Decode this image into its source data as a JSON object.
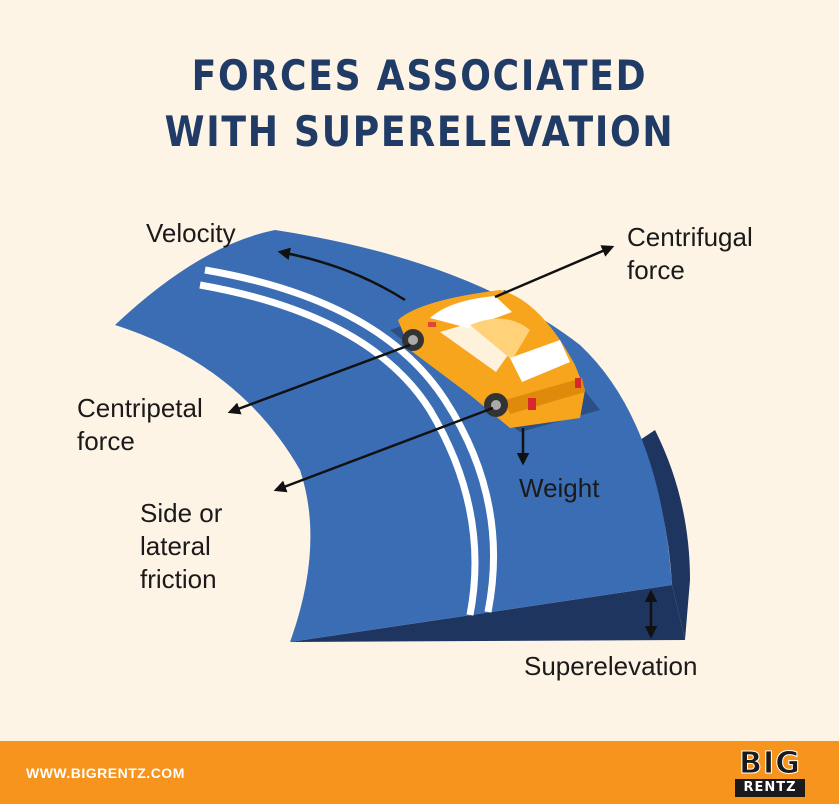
{
  "title": {
    "line1": "FORCES ASSOCIATED",
    "line2": "WITH SUPERELEVATION"
  },
  "labels": {
    "velocity": "Velocity",
    "centrifugal_line1": "Centrifugal",
    "centrifugal_line2": "force",
    "centripetal_line1": "Centripetal",
    "centripetal_line2": "force",
    "weight": "Weight",
    "friction_line1": "Side or",
    "friction_line2": "lateral",
    "friction_line3": "friction",
    "superelevation": "Superelevation"
  },
  "footer": {
    "url": "WWW.BIGRENTZ.COM",
    "logo_top": "BIG",
    "logo_bottom": "RENTZ"
  },
  "colors": {
    "background": "#fdf4e6",
    "title": "#1f3b66",
    "road": "#3a6db3",
    "road_side": "#1e3560",
    "car": "#f6a51c",
    "footer": "#f7941d"
  }
}
